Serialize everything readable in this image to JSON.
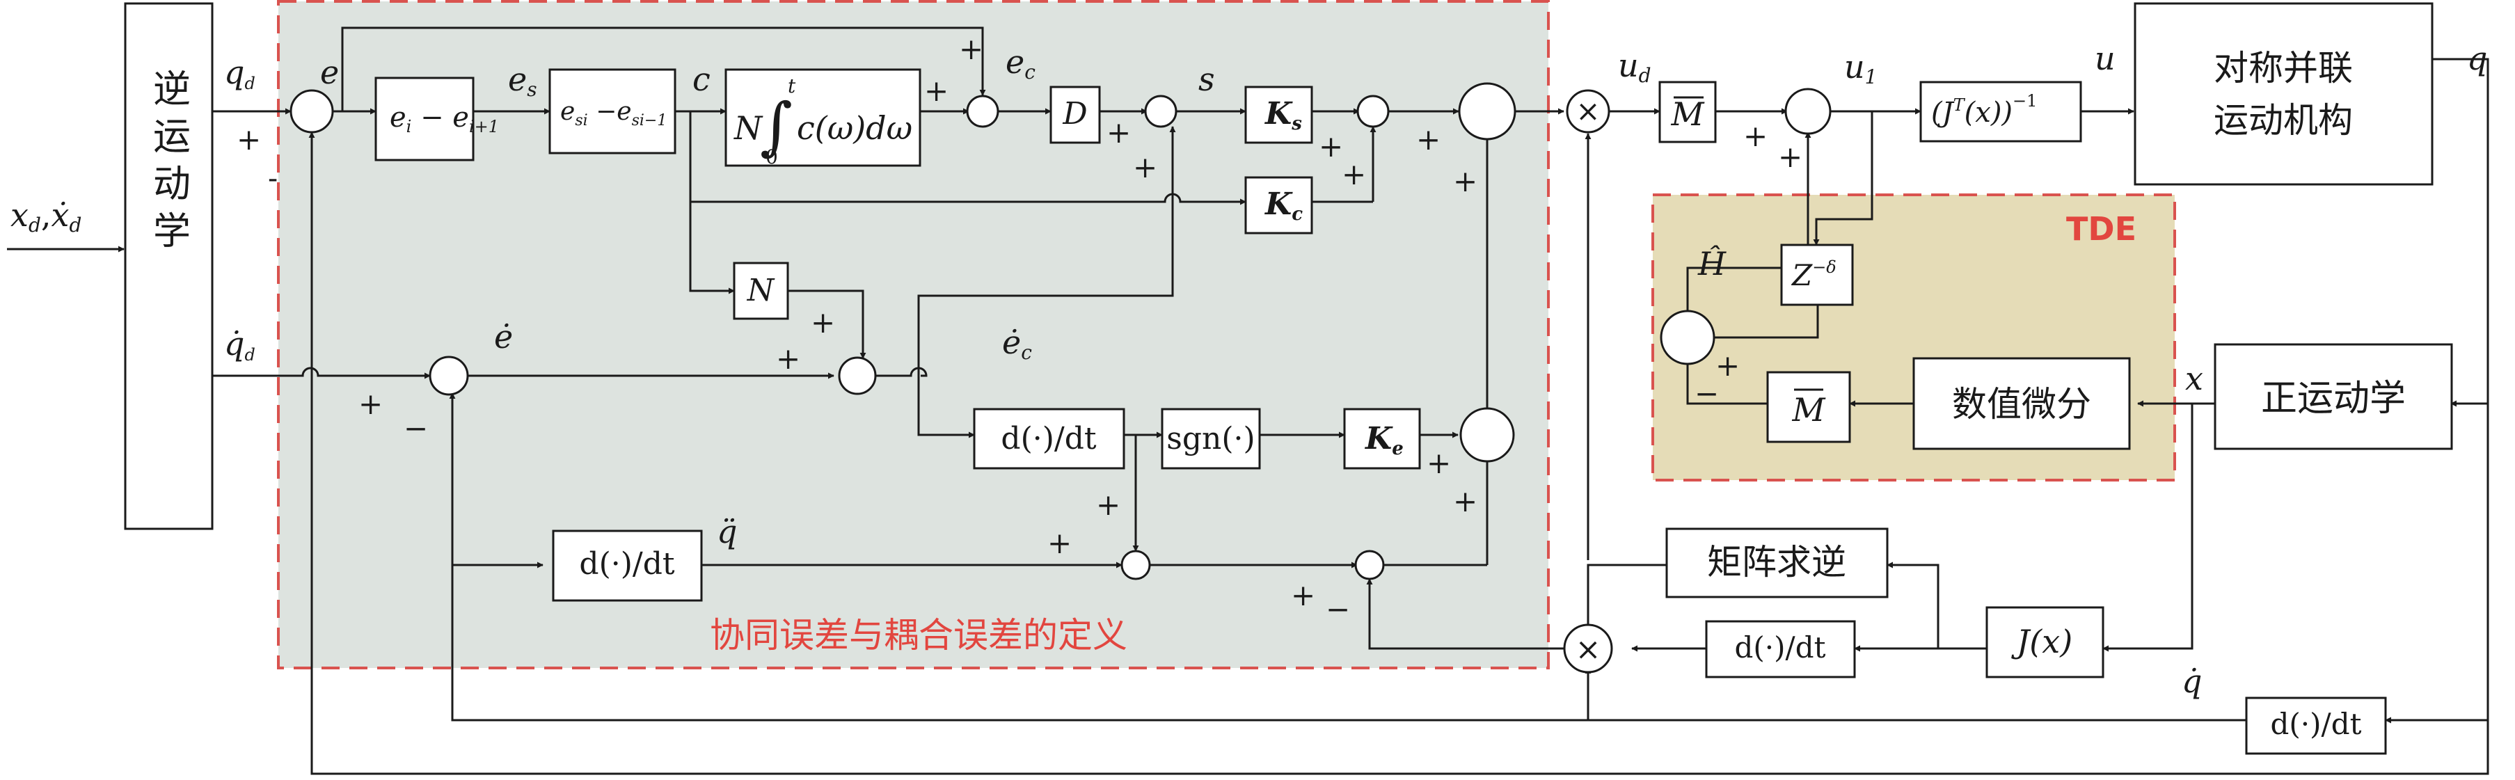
{
  "regions": {
    "coupling_title": "协同误差与耦合误差的定义",
    "tde_title": "TDE"
  },
  "blocks": {
    "inverse_kinematics": "逆运动学",
    "mechanism_l1": "对称并联",
    "mechanism_l2": "运动机构",
    "forward_kinematics": "正运动学",
    "numeric_diff": "数值微分",
    "matrix_inverse": "矩阵求逆",
    "jacobian": "J(x)",
    "jacobian_inv": "(J",
    "jacobian_inv_sup": "T",
    "jacobian_inv_tail": "(x))",
    "jacobian_inv_exp": "−1",
    "delay": "Z",
    "delay_sup": "−δ",
    "mass_bar": "M",
    "d_dt": "d(·)/dt",
    "sgn": "sgn(·)",
    "gain_s": "K",
    "gain_s_sub": "s",
    "gain_c": "K",
    "gain_c_sub": "c",
    "gain_e": "K",
    "gain_e_sub": "e",
    "gain_n": "N",
    "gain_d": "D",
    "error_diff_a": "e",
    "error_diff_a_sub": "i",
    "error_diff_b": " − e",
    "error_diff_b_sub": "i+1",
    "sync_diff_a": "e",
    "sync_diff_a_sub": "si",
    "sync_diff_b": " −e",
    "sync_diff_b_sub": "si−1",
    "integral_n": "N",
    "integral_body": "c(ω)dω",
    "integral_upper": "t",
    "integral_lower": "0"
  },
  "signals": {
    "input": "x",
    "input_sub": "d",
    "input_sep": ",",
    "input_dot": "ẋ",
    "qd": "q",
    "qd_sub": "d",
    "qd_dot": "q̇",
    "e": "e",
    "es": "e",
    "es_sub": "s",
    "c": "c",
    "ec": "e",
    "ec_sub": "c",
    "s": "s",
    "e_dot": "ė",
    "ec_dot": "ė",
    "ec_dot_sub": "c",
    "q_ddot": "q̈",
    "ud": "u",
    "ud_sub": "d",
    "u1": "u",
    "u1_sub": "1",
    "u": "u",
    "q": "q",
    "x": "x",
    "q_dot": "q̇",
    "h_hat": "Ĥ"
  },
  "colors": {
    "coupling_fill": "#dde3df",
    "coupling_border": "#d9534f",
    "tde_fill": "#e5dcb7",
    "tde_border": "#d9534f",
    "line": "#1a1a1a",
    "title_red": "#e2463f"
  }
}
